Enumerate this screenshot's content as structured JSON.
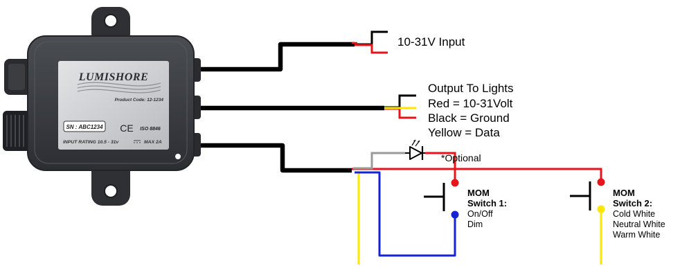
{
  "device": {
    "brand": "LUMISHORE",
    "product_code": "Product Code: 12-1234",
    "serial": "SN : ABC1234",
    "ce_mark": "CE",
    "iso": "ISO 8846",
    "rating": "INPUT RATING 10.5 - 31v",
    "max": "MAX 2A"
  },
  "labels": {
    "input": "10-31V Input",
    "output_title": "Output To Lights",
    "output_red": "Red = 10-31Volt",
    "output_black": "Black = Ground",
    "output_yellow": "Yellow = Data",
    "optional": "*Optional"
  },
  "switch1": {
    "title": "MOM",
    "name": "Switch 1:",
    "functions": [
      "On/Off",
      "Dim"
    ]
  },
  "switch2": {
    "title": "MOM",
    "name": "Switch 2:",
    "functions": [
      "Cold White",
      "Neutral White",
      "Warm White"
    ]
  },
  "colors": {
    "red": "#e8131b",
    "black": "#000000",
    "yellow": "#ffe600",
    "blue": "#1522d6",
    "grey": "#9a9a9a",
    "housing": "#3c3f44"
  }
}
